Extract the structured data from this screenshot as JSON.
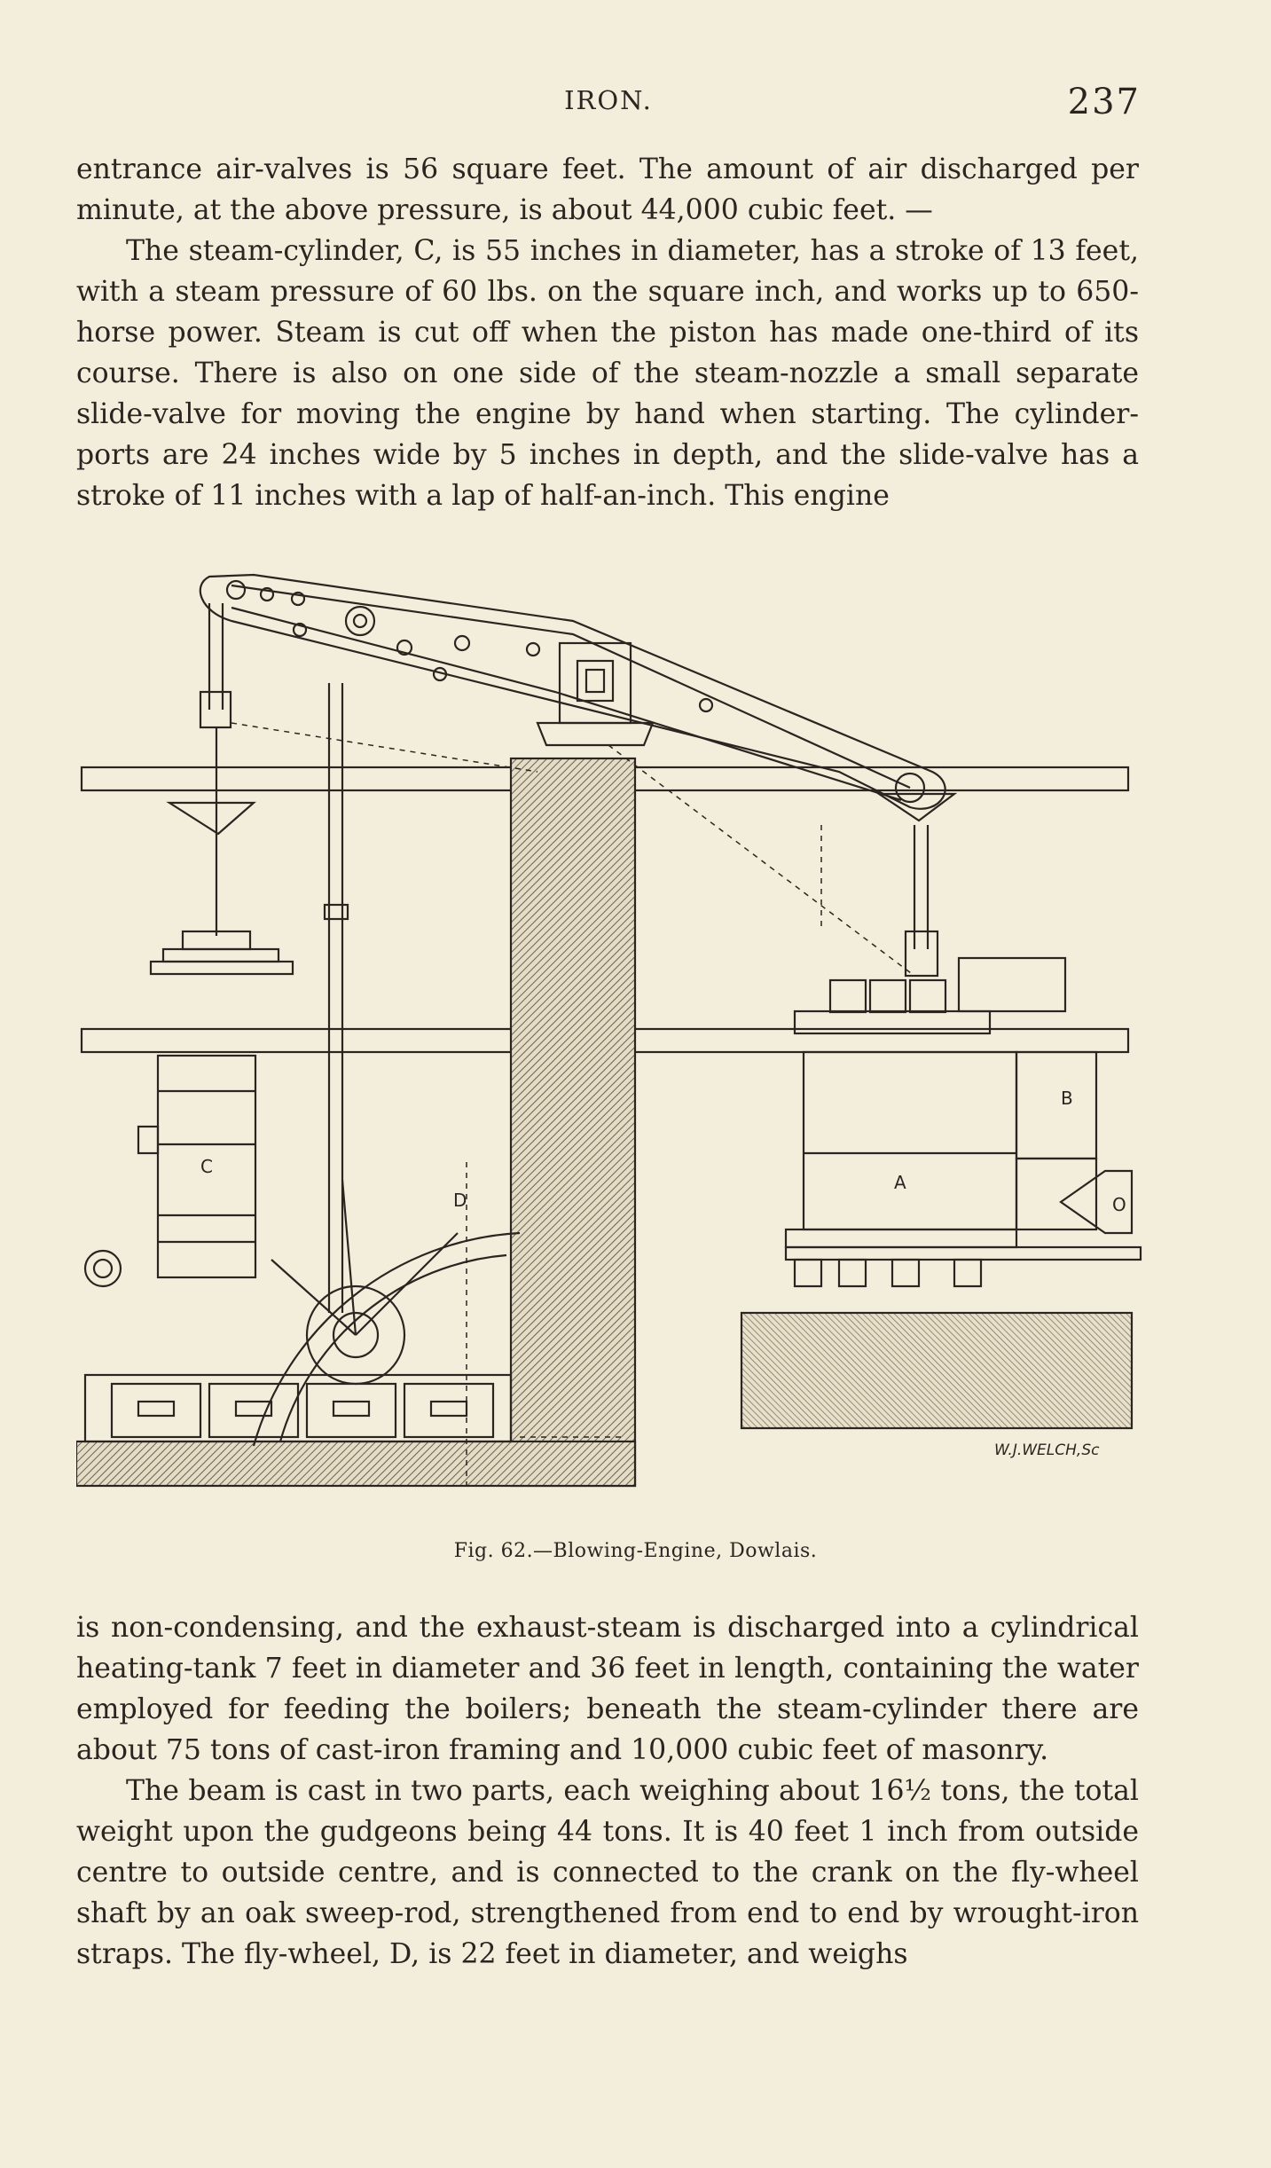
{
  "header": {
    "running_title": "IRON.",
    "page_number": "237"
  },
  "top_text": {
    "p1": "entrance air-valves is 56 square feet. The amount of air discharged per minute, at the above pressure, is about 44,000 cubic feet. —",
    "p2": "The steam-cylinder, C, is 55 inches in diameter, has a stroke of 13 feet, with a steam pressure of 60 lbs. on the square inch, and works up to 650-horse power. Steam is cut off when the piston has made one-third of its course. There is also on one side of the steam-nozzle a small separate slide-valve for moving the engine by hand when starting. The cylinder-ports are 24 inches wide by 5 inches in depth, and the slide-valve has a stroke of 11 inches with a lap of half-an-inch. This engine"
  },
  "figure": {
    "labels": {
      "cylinder": "C",
      "flywheel": "D",
      "blowing_cylinder": "A",
      "valve_box": "B",
      "outlet": "O",
      "engraver": "W.J.WELCH,Sc"
    },
    "caption": "Fig. 62.—Blowing-Engine, Dowlais."
  },
  "bottom_text": {
    "p1": "is non-condensing, and the exhaust-steam is discharged into a cylindrical heating-tank 7 feet in diameter and 36 feet in length, containing the water employed for feeding the boilers; beneath the steam-cylinder there are about 75 tons of cast-iron framing and 10,000 cubic feet of masonry.",
    "p2": "The beam is cast in two parts, each weighing about 16½ tons, the total weight upon the gudgeons being 44 tons. It is 40 feet 1 inch from outside centre to outside centre, and is connected to the crank on the fly-wheel shaft by an oak sweep-rod, strengthened from end to end by wrought-iron straps. The fly-wheel, D, is 22 feet in diameter, and weighs"
  }
}
